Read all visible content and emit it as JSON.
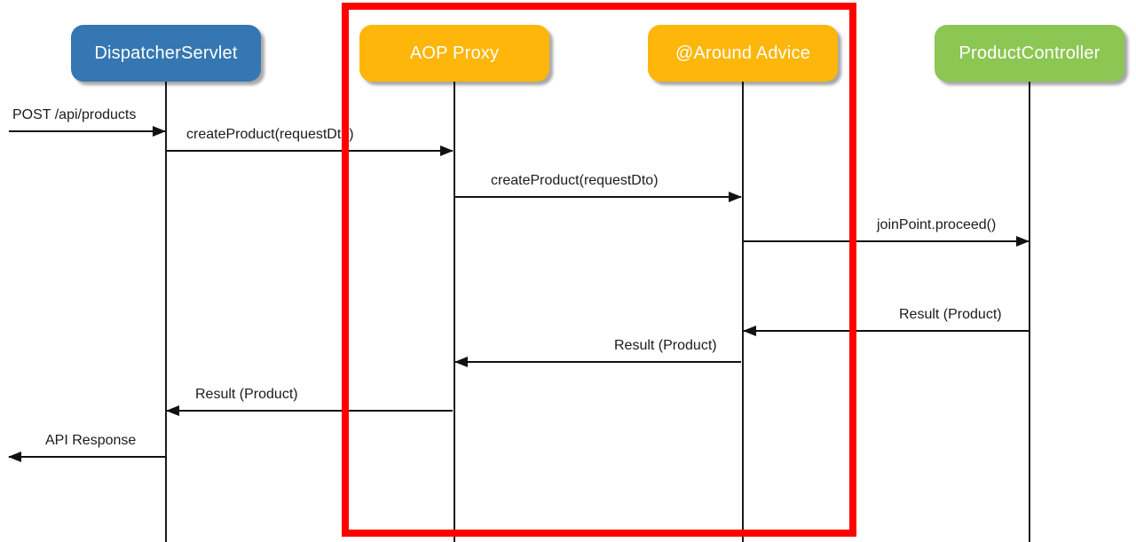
{
  "diagram": {
    "type": "uml-sequence",
    "description": "Spring AOP @Around advice request flow sequence diagram",
    "actors": [
      {
        "label": "DispatcherServlet",
        "color": "#3477B2"
      },
      {
        "label": "AOP Proxy",
        "color": "#FFB60A"
      },
      {
        "label": "@Around Advice",
        "color": "#FFB60A"
      },
      {
        "label": "ProductController",
        "color": "#8CC653"
      }
    ],
    "messages": [
      {
        "label": "POST /api/products",
        "from": "client",
        "to": "DispatcherServlet",
        "direction": "right"
      },
      {
        "label": "createProduct(requestDto)",
        "from": "DispatcherServlet",
        "to": "AOP Proxy",
        "direction": "right"
      },
      {
        "label": "createProduct(requestDto)",
        "from": "AOP Proxy",
        "to": "@Around Advice",
        "direction": "right"
      },
      {
        "label": "joinPoint.proceed()",
        "from": "@Around Advice",
        "to": "ProductController",
        "direction": "right"
      },
      {
        "label": "Result (Product)",
        "from": "ProductController",
        "to": "@Around Advice",
        "direction": "left"
      },
      {
        "label": "Result (Product)",
        "from": "@Around Advice",
        "to": "AOP Proxy",
        "direction": "left"
      },
      {
        "label": "Result (Product)",
        "from": "AOP Proxy",
        "to": "DispatcherServlet",
        "direction": "left"
      },
      {
        "label": "API Response",
        "from": "DispatcherServlet",
        "to": "client",
        "direction": "left"
      }
    ],
    "highlight": {
      "color": "#FF0000",
      "encloses": [
        "AOP Proxy",
        "@Around Advice"
      ]
    },
    "colors": {
      "actor_text": "#FFFFFF",
      "message_text": "#1B1B1B",
      "line": "#111111",
      "background": "#FFFFFF"
    }
  }
}
